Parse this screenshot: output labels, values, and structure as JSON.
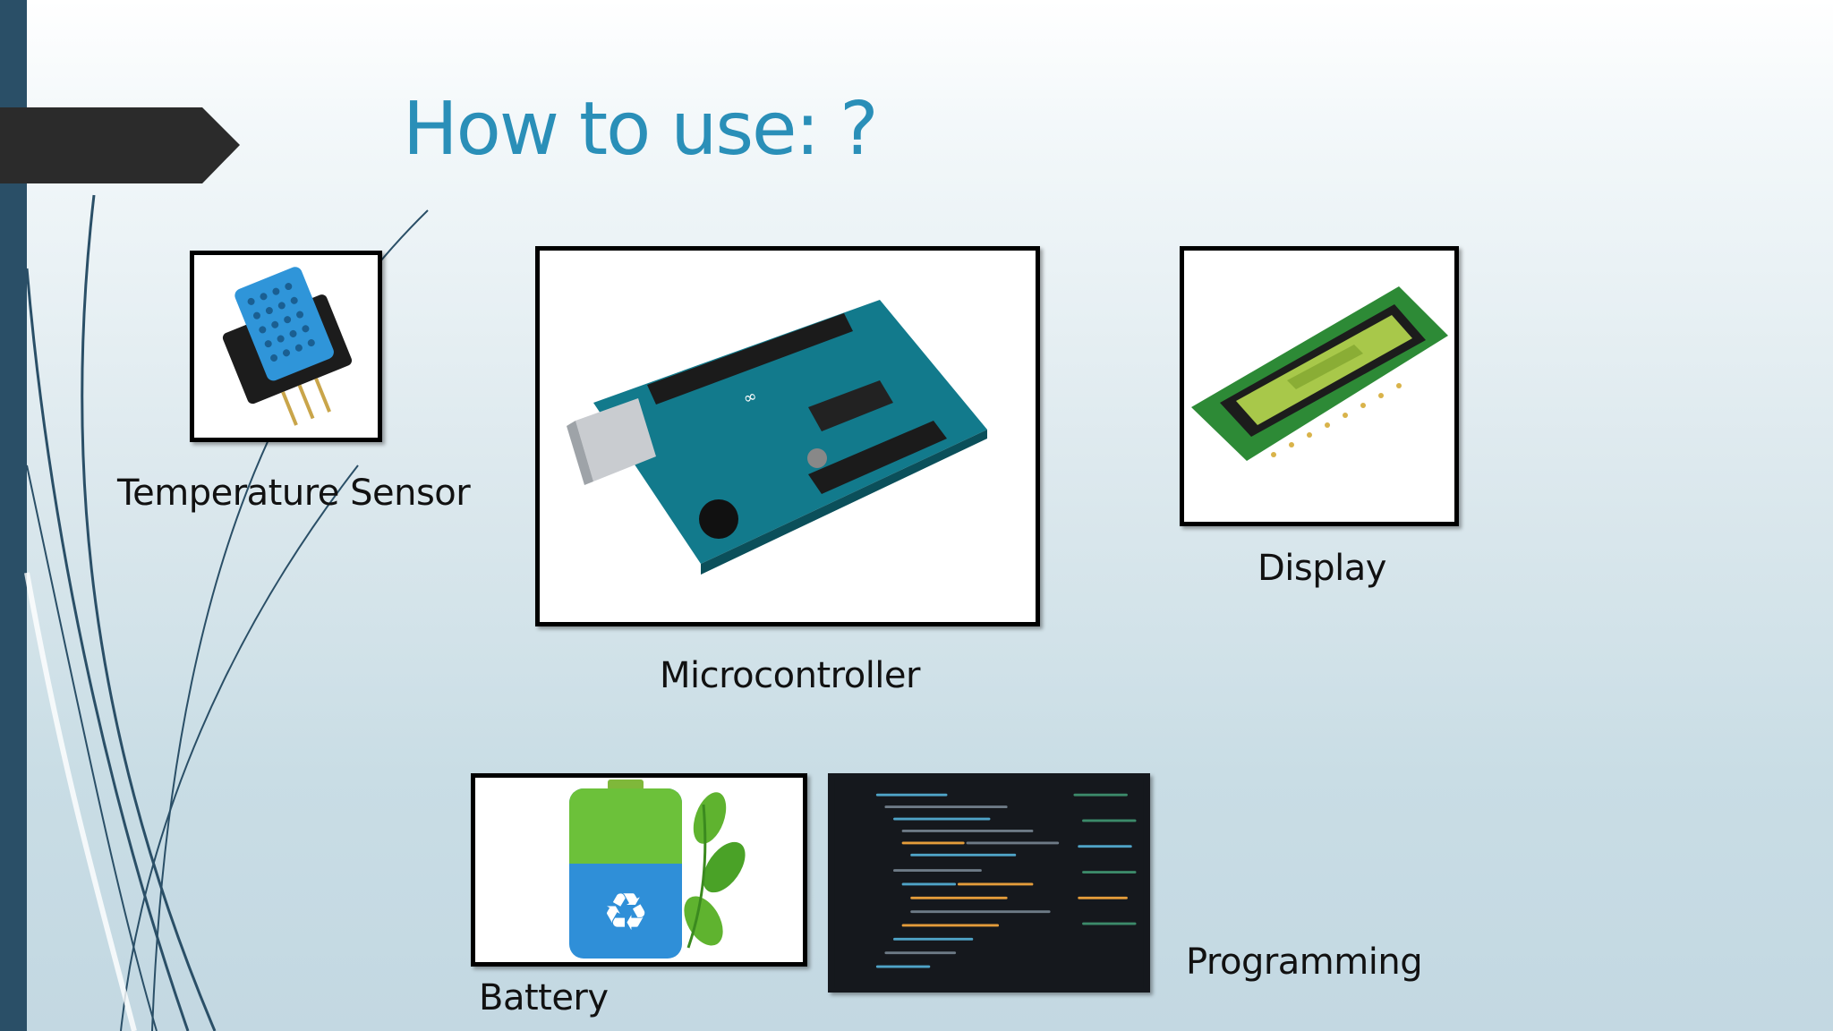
{
  "slide": {
    "title": "How to use: ?",
    "accent_color": "#2a8fb8",
    "sidebar_color": "#2a4f67"
  },
  "items": {
    "sensor": {
      "label": "Temperature Sensor",
      "icon": "dht11-sensor-icon"
    },
    "microcontroller": {
      "label": "Microcontroller",
      "icon": "arduino-board-icon"
    },
    "display": {
      "label": "Display",
      "icon": "lcd-module-icon"
    },
    "battery": {
      "label": "Battery",
      "icon": "battery-recycle-icon"
    },
    "programming": {
      "label": "Programming",
      "icon": "code-screen-icon"
    }
  }
}
